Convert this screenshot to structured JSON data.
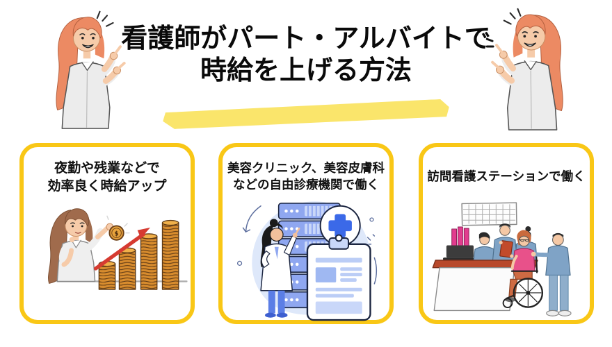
{
  "page": {
    "title_line1": "看護師がパート・アルバイトで",
    "title_line2": "時給を上げる方法"
  },
  "colors": {
    "card_border": "#F9C716",
    "highlight": "#FAE56B",
    "title_text": "#0a0a0a",
    "arrow_red": "#D63B31",
    "coin_gold": "#E8A33C",
    "scrubs_blue": "#7FA3C6",
    "clinic_blue": "#3B69E8"
  },
  "header_people": {
    "left": "pointing-woman",
    "right": "pointing-woman-mirrored"
  },
  "cards": [
    {
      "id": "night-shift-overtime",
      "line1": "夜勤や残業などで",
      "line2": "効率良く時給アップ",
      "illustration": "woman-coin-stacks-rising-arrow",
      "coin_symbol": "$"
    },
    {
      "id": "beauty-clinic",
      "line1": "美容クリニック、美容皮膚科",
      "line2": "などの自由診療機関で働く",
      "illustration": "doctor-servers-medical-cross-clipboard"
    },
    {
      "id": "visiting-nurse-station",
      "line1": "訪問看護ステーションで働く",
      "line2": "",
      "illustration": "reception-desk-wheelchair-patient"
    }
  ]
}
